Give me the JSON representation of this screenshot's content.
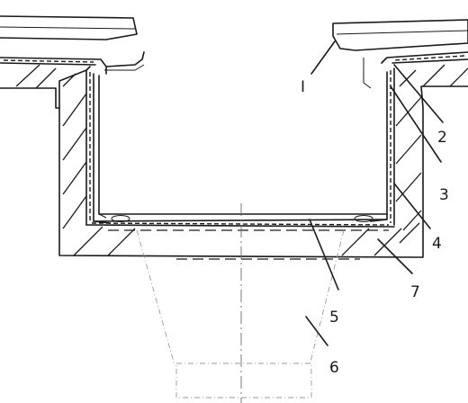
{
  "labels": {
    "detail": "I",
    "l2": "2",
    "l3": "3",
    "l4": "4",
    "l5": "5",
    "l6": "6",
    "l7": "7"
  },
  "colors": {
    "ink": "#1a1a1a",
    "background": "#ffffff"
  }
}
